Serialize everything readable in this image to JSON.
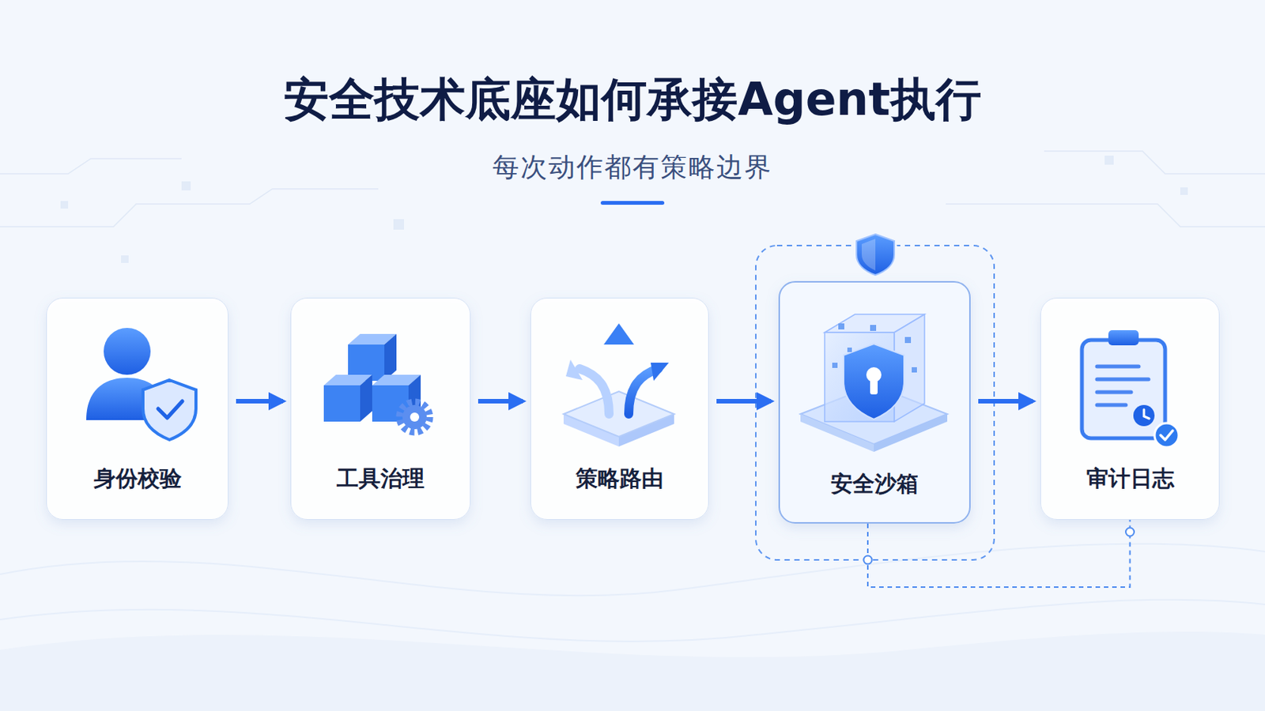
{
  "diagram": {
    "title": "安全技术底座如何承接Agent执行",
    "nodes": [
      {
        "text": [
          "身份校验"
        ]
      },
      {
        "text": [
          "工具治理"
        ]
      },
      {
        "text": [
          "策略路由"
        ]
      },
      {
        "text": [
          "安全沙箱"
        ]
      },
      {
        "text": [
          "审计日志"
        ]
      }
    ],
    "edges": [
      {
        "from": 0,
        "to": 1,
        "arrow": "to"
      },
      {
        "from": 1,
        "to": 2,
        "arrow": "to"
      },
      {
        "from": 2,
        "to": 3,
        "arrow": "to"
      },
      {
        "from": 3,
        "to": 4,
        "arrow": "to"
      },
      {
        "from": 3,
        "to": 4,
        "arrow": "none"
      }
    ],
    "labels": [
      "每次动作都有策略边界"
    ]
  }
}
